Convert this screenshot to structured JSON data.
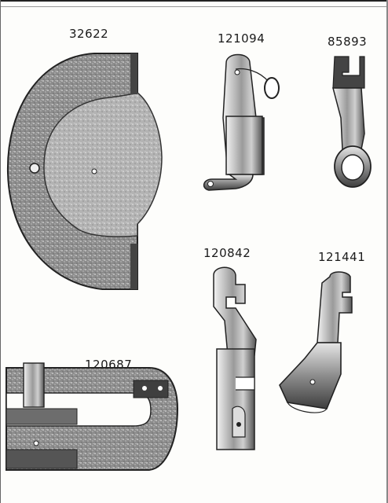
{
  "parts": [
    {
      "number": "32622",
      "icon": "cover-plate-icon"
    },
    {
      "number": "121094",
      "icon": "thread-guide-icon"
    },
    {
      "number": "85893",
      "icon": "ring-guide-icon"
    },
    {
      "number": "120842",
      "icon": "hook-bracket-icon"
    },
    {
      "number": "121441",
      "icon": "presser-foot-icon"
    },
    {
      "number": "120687",
      "icon": "throat-plate-icon"
    }
  ]
}
